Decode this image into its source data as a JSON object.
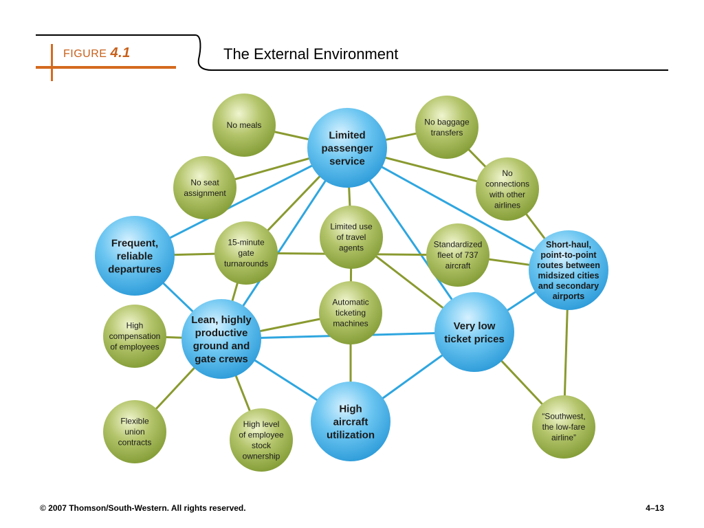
{
  "header": {
    "figure_word": "FIGURE",
    "figure_number": "4.1",
    "title": "The External Environment"
  },
  "footer": {
    "copyright": "© 2007 Thomson/South-Western. All rights reserved.",
    "page": "4–13"
  },
  "colors": {
    "blue_node": "#3aaee6",
    "green_node": "#8aa63a",
    "blue_edge": "#2fa6df",
    "green_edge": "#8a9a30",
    "accent": "#d46a1e"
  },
  "diagram": {
    "nodes": [
      {
        "id": "limited-passenger-service",
        "kind": "core",
        "lines": [
          "Limited",
          "passenger",
          "service"
        ]
      },
      {
        "id": "frequent-departures",
        "kind": "core",
        "lines": [
          "Frequent,",
          "reliable",
          "departures"
        ]
      },
      {
        "id": "lean-crews",
        "kind": "core",
        "lines": [
          "Lean, highly",
          "productive",
          "ground and",
          "gate crews"
        ]
      },
      {
        "id": "very-low-ticket-prices",
        "kind": "core",
        "lines": [
          "Very low",
          "ticket prices"
        ]
      },
      {
        "id": "high-aircraft-utilization",
        "kind": "core",
        "lines": [
          "High",
          "aircraft",
          "utilization"
        ]
      },
      {
        "id": "short-haul-routes",
        "kind": "core",
        "lines": [
          "Short-haul,",
          "point-to-point",
          "routes between",
          "midsized cities",
          "and secondary",
          "airports"
        ]
      },
      {
        "id": "no-meals",
        "kind": "activity",
        "lines": [
          "No meals"
        ]
      },
      {
        "id": "no-baggage-transfers",
        "kind": "activity",
        "lines": [
          "No baggage",
          "transfers"
        ]
      },
      {
        "id": "no-seat-assignment",
        "kind": "activity",
        "lines": [
          "No seat",
          "assignment"
        ]
      },
      {
        "id": "no-connections",
        "kind": "activity",
        "lines": [
          "No",
          "connections",
          "with other",
          "airlines"
        ]
      },
      {
        "id": "gate-turnarounds",
        "kind": "activity",
        "lines": [
          "15-minute",
          "gate",
          "turnarounds"
        ]
      },
      {
        "id": "limited-travel-agents",
        "kind": "activity",
        "lines": [
          "Limited use",
          "of travel",
          "agents"
        ]
      },
      {
        "id": "standardized-fleet",
        "kind": "activity",
        "lines": [
          "Standardized",
          "fleet of 737",
          "aircraft"
        ]
      },
      {
        "id": "automatic-ticketing",
        "kind": "activity",
        "lines": [
          "Automatic",
          "ticketing",
          "machines"
        ]
      },
      {
        "id": "high-compensation",
        "kind": "activity",
        "lines": [
          "High",
          "compensation",
          "of employees"
        ]
      },
      {
        "id": "flexible-union",
        "kind": "activity",
        "lines": [
          "Flexible",
          "union",
          "contracts"
        ]
      },
      {
        "id": "employee-stock",
        "kind": "activity",
        "lines": [
          "High level",
          "of employee",
          "stock",
          "ownership"
        ]
      },
      {
        "id": "southwest-low-fare",
        "kind": "activity",
        "lines": [
          "“Southwest,",
          "the low-fare",
          "airline”"
        ]
      }
    ],
    "edges": [
      {
        "from": "limited-passenger-service",
        "to": "no-meals",
        "style": "green"
      },
      {
        "from": "limited-passenger-service",
        "to": "no-baggage-transfers",
        "style": "green"
      },
      {
        "from": "limited-passenger-service",
        "to": "no-seat-assignment",
        "style": "green"
      },
      {
        "from": "limited-passenger-service",
        "to": "no-connections",
        "style": "green"
      },
      {
        "from": "limited-passenger-service",
        "to": "gate-turnarounds",
        "style": "green"
      },
      {
        "from": "limited-passenger-service",
        "to": "limited-travel-agents",
        "style": "green"
      },
      {
        "from": "no-baggage-transfers",
        "to": "no-connections",
        "style": "green"
      },
      {
        "from": "no-connections",
        "to": "short-haul-routes",
        "style": "green"
      },
      {
        "from": "limited-passenger-service",
        "to": "frequent-departures",
        "style": "blue"
      },
      {
        "from": "limited-passenger-service",
        "to": "lean-crews",
        "style": "blue"
      },
      {
        "from": "limited-passenger-service",
        "to": "very-low-ticket-prices",
        "style": "blue"
      },
      {
        "from": "limited-passenger-service",
        "to": "short-haul-routes",
        "style": "blue"
      },
      {
        "from": "frequent-departures",
        "to": "gate-turnarounds",
        "style": "green"
      },
      {
        "from": "frequent-departures",
        "to": "lean-crews",
        "style": "blue"
      },
      {
        "from": "gate-turnarounds",
        "to": "lean-crews",
        "style": "green"
      },
      {
        "from": "gate-turnarounds",
        "to": "standardized-fleet",
        "style": "green"
      },
      {
        "from": "limited-travel-agents",
        "to": "automatic-ticketing",
        "style": "green"
      },
      {
        "from": "limited-travel-agents",
        "to": "very-low-ticket-prices",
        "style": "green"
      },
      {
        "from": "standardized-fleet",
        "to": "short-haul-routes",
        "style": "green"
      },
      {
        "from": "short-haul-routes",
        "to": "very-low-ticket-prices",
        "style": "blue"
      },
      {
        "from": "short-haul-routes",
        "to": "southwest-low-fare",
        "style": "green"
      },
      {
        "from": "automatic-ticketing",
        "to": "lean-crews",
        "style": "green"
      },
      {
        "from": "automatic-ticketing",
        "to": "high-aircraft-utilization",
        "style": "green"
      },
      {
        "from": "lean-crews",
        "to": "very-low-ticket-prices",
        "style": "blue"
      },
      {
        "from": "lean-crews",
        "to": "high-aircraft-utilization",
        "style": "blue"
      },
      {
        "from": "lean-crews",
        "to": "high-compensation",
        "style": "green"
      },
      {
        "from": "lean-crews",
        "to": "flexible-union",
        "style": "green"
      },
      {
        "from": "lean-crews",
        "to": "employee-stock",
        "style": "green"
      },
      {
        "from": "very-low-ticket-prices",
        "to": "high-aircraft-utilization",
        "style": "blue"
      },
      {
        "from": "very-low-ticket-prices",
        "to": "southwest-low-fare",
        "style": "green"
      }
    ]
  }
}
